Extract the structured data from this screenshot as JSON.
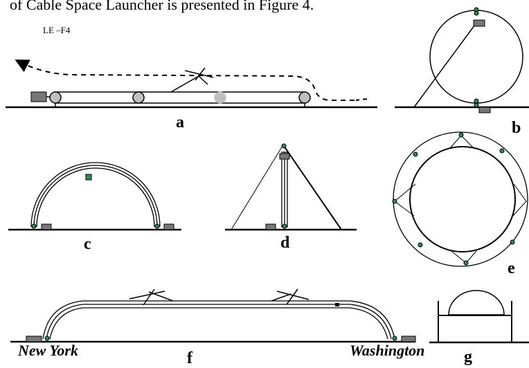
{
  "header_text": "of Cable Space Launcher is presented in Figure 4.",
  "figure_code": "LE –F4",
  "panel_labels": {
    "a": "a",
    "b": "b",
    "c": "c",
    "d": "d",
    "e": "e",
    "f": "f",
    "g": "g"
  },
  "cities": {
    "start": "New York",
    "end": "Washington"
  },
  "colors": {
    "line": "#000000",
    "node": "#2e8b57",
    "block": "#777777",
    "roller": "#bfbfbf"
  }
}
